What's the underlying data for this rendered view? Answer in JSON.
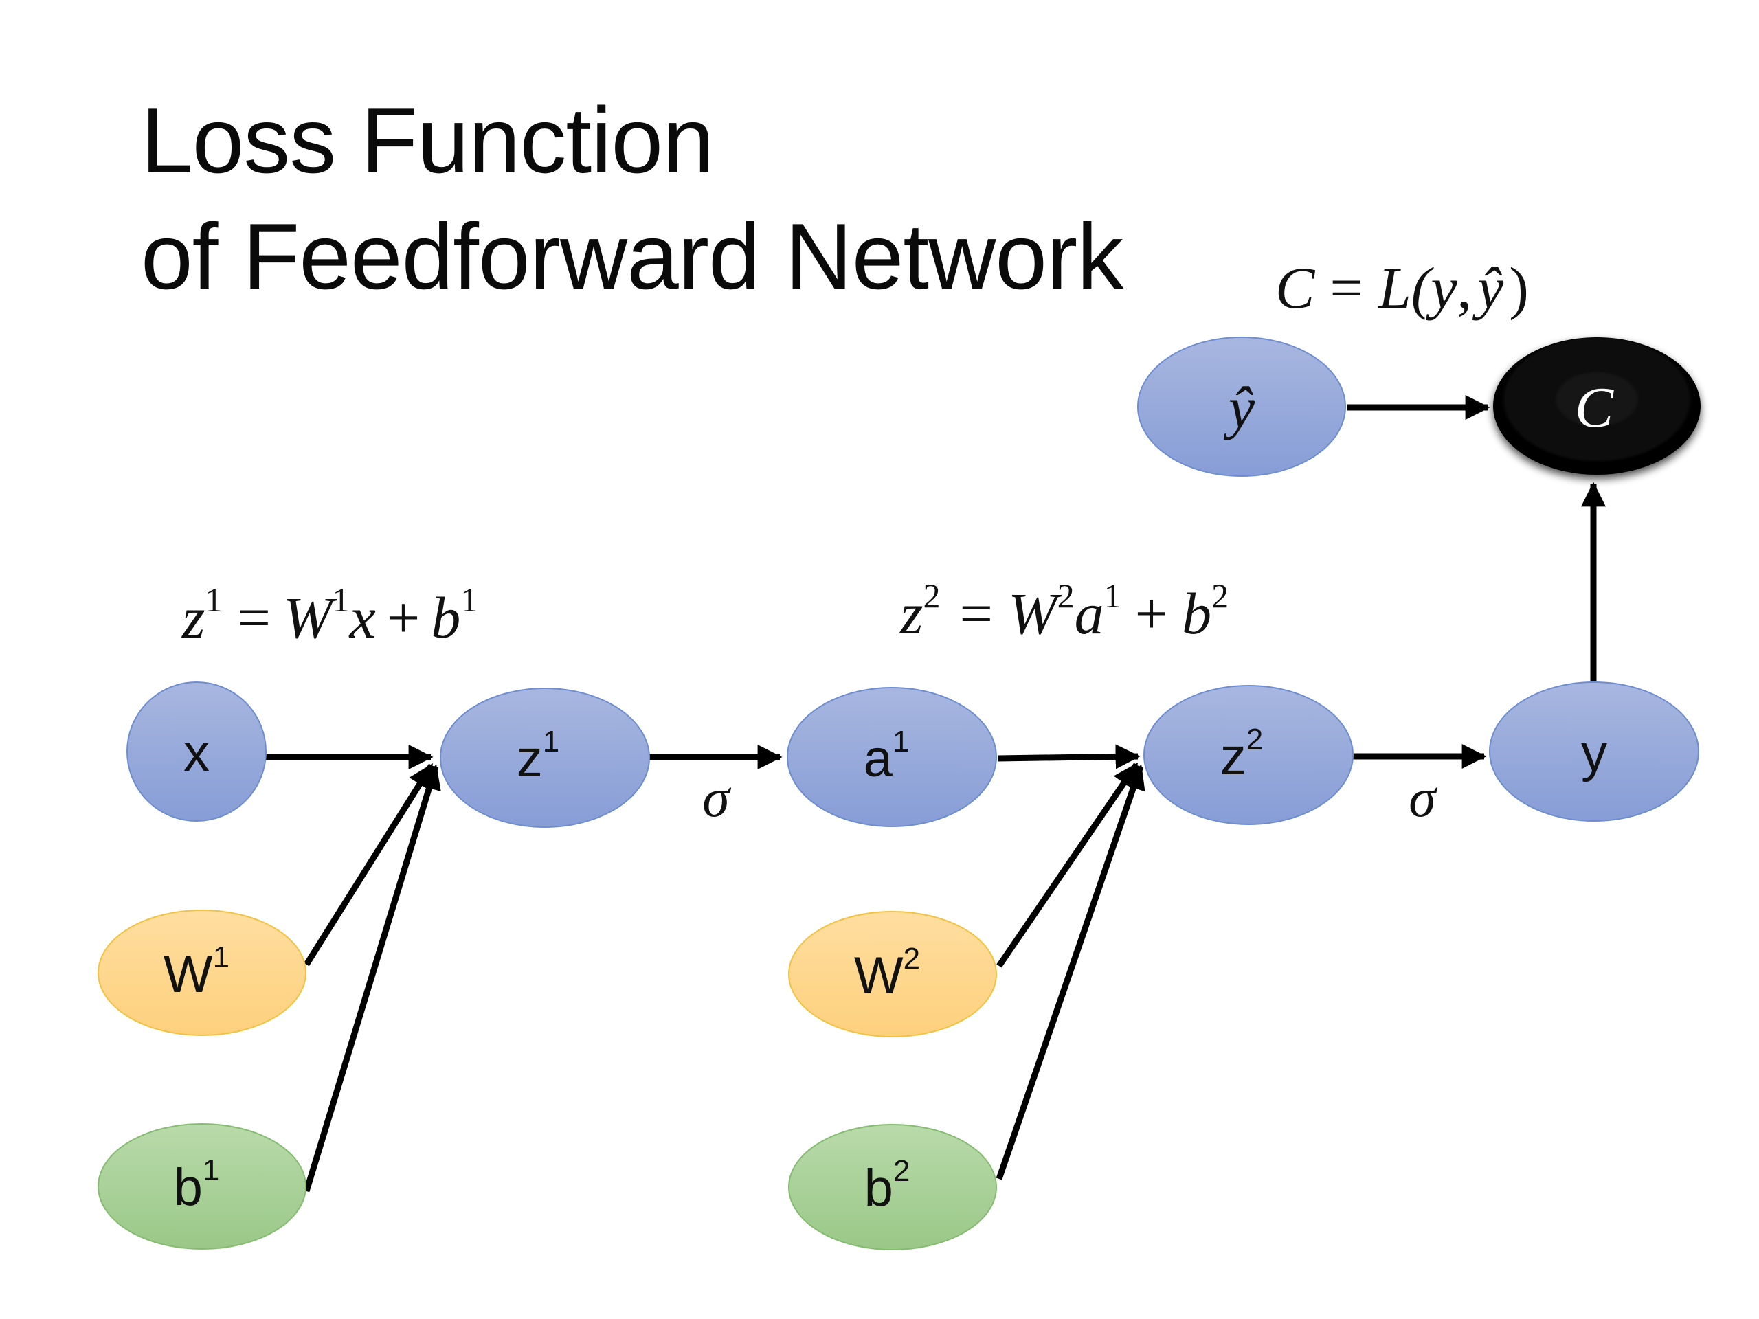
{
  "slide": {
    "title_line1": "Loss Function",
    "title_line2": "of Feedforward Network"
  },
  "formulas": {
    "layer1": {
      "lhs": "z",
      "lhs_sup": "1",
      "eq": "=",
      "w": "W",
      "w_sup": "1",
      "in": "x",
      "plus": "+",
      "b": "b",
      "b_sup": "1"
    },
    "layer2": {
      "lhs": "z",
      "lhs_sup": "2",
      "eq": "=",
      "w": "W",
      "w_sup": "2",
      "in": "a",
      "in_sup": "1",
      "plus": "+",
      "b": "b",
      "b_sup": "2"
    },
    "cost": {
      "lhs": "C",
      "eq": "=",
      "fn": "L(",
      "arg1": "y",
      "comma": ",",
      "arg2": "ŷ",
      "close": ")"
    }
  },
  "nodes": {
    "x": {
      "label": "x",
      "sup": ""
    },
    "z1": {
      "label": "z",
      "sup": "1"
    },
    "a1": {
      "label": "a",
      "sup": "1"
    },
    "z2": {
      "label": "z",
      "sup": "2"
    },
    "y": {
      "label": "y",
      "sup": ""
    },
    "w1": {
      "label": "W",
      "sup": "1"
    },
    "b1": {
      "label": "b",
      "sup": "1"
    },
    "w2": {
      "label": "W",
      "sup": "2"
    },
    "b2": {
      "label": "b",
      "sup": "2"
    },
    "yhat": {
      "label": "ŷ"
    },
    "cost": {
      "label": "C"
    }
  },
  "edge_labels": {
    "activation1": "σ",
    "activation2": "σ"
  },
  "colors": {
    "activation_node_top": "#a6b5df",
    "activation_node_bottom": "#8aa0d6",
    "activation_node_stroke": "#6f8fd0",
    "weight_node_top": "#ffdc9a",
    "weight_node_bottom": "#fdd281",
    "weight_node_stroke": "#f5c242",
    "bias_node_top": "#b7d9a8",
    "bias_node_bottom": "#9cc98a",
    "bias_node_stroke": "#86bc72",
    "cost_node": "#000000",
    "edge": "#000000"
  }
}
